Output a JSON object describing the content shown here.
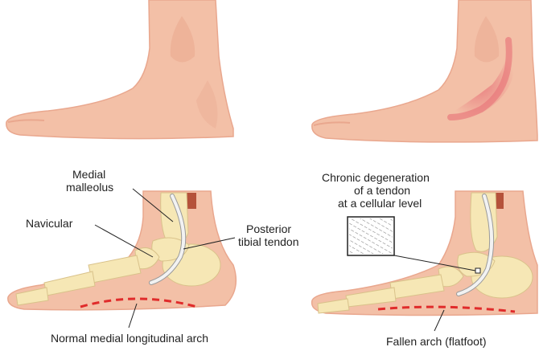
{
  "colors": {
    "skin": "#F3C0A7",
    "skin_shade": "#E9A78E",
    "skin_highlight": "#F7D2C0",
    "inflammation": "#E8757A",
    "bone": "#F6E7B5",
    "bone_outline": "#D9C28A",
    "tendon": "#F2F2F2",
    "tendon_outline": "#9A9A9A",
    "leg_muscle": "#B5523A",
    "arch_line": "#E02B2B",
    "leader_line": "#222222"
  },
  "icons": {
    "inflammation": "red-glow",
    "cellular_inset": "hatched-square"
  },
  "labels": {
    "medial_malleolus_line1": "Medial",
    "medial_malleolus_line2": "malleolus",
    "navicular": "Navicular",
    "posterior_tibial_tendon_line1": "Posterior",
    "posterior_tibial_tendon_line2": "tibial tendon",
    "normal_arch": "Normal medial longitudinal arch",
    "chronic_degeneration_line1": "Chronic degeneration",
    "chronic_degeneration_line2": "of a tendon",
    "chronic_degeneration_line3": "at a cellular level",
    "fallen_arch": "Fallen arch (flatfoot)"
  }
}
